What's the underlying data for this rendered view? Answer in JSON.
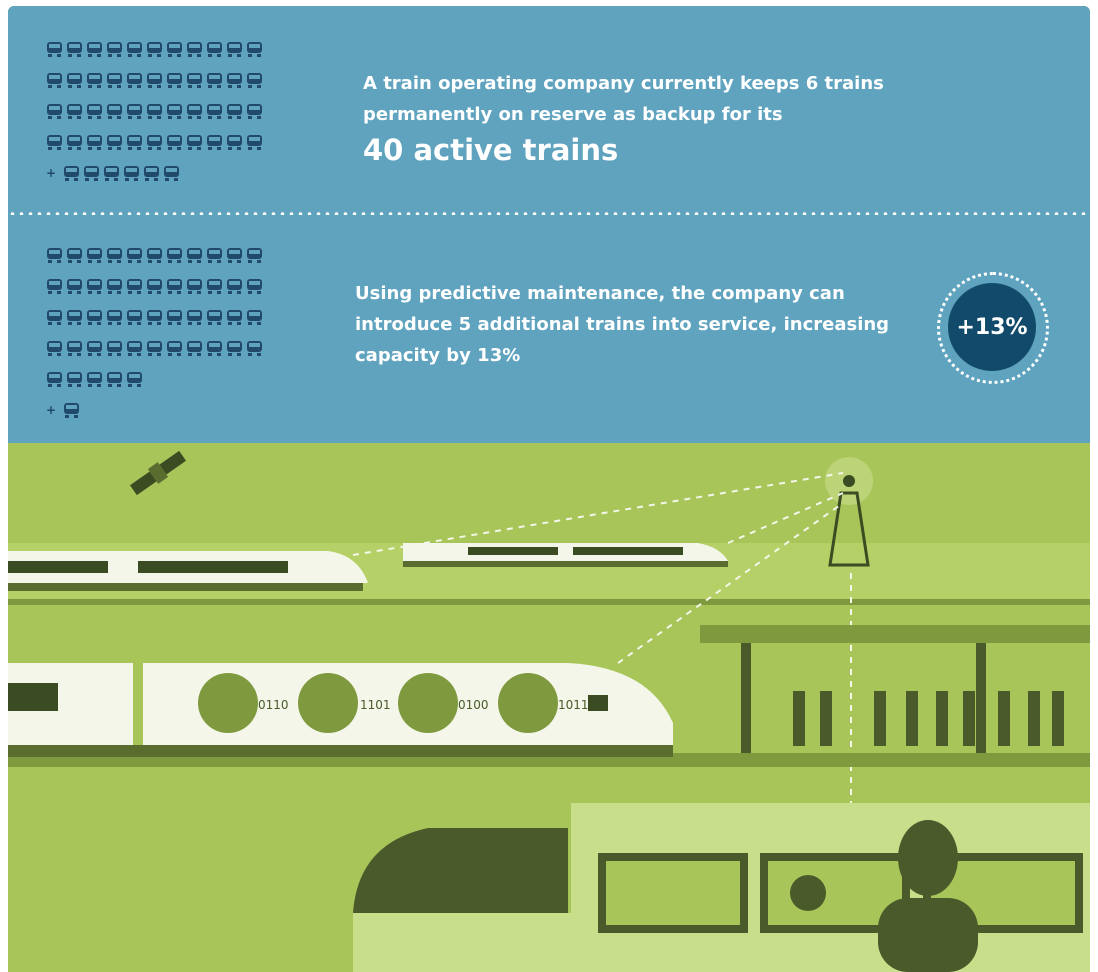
{
  "section1": {
    "text": "A train operating company currently keeps 6 trains permanently on reserve as backup for its",
    "highlight": "40 active trains",
    "icon_rows": [
      11,
      11,
      11,
      11
    ],
    "reserve_count": 6,
    "plus_sign": "+"
  },
  "section2": {
    "text": "Using predictive maintenance, the company can introduce 5 additional trains into service, increasing capacity by 13%",
    "badge": "+13%",
    "icon_rows": [
      11,
      11,
      11,
      11,
      5
    ],
    "reserve_count": 1,
    "plus_sign": "+"
  },
  "binary_codes": [
    "0110",
    "1101",
    "0100",
    "1011"
  ],
  "colors": {
    "band": "#5fa3bf",
    "icon": "#20496a",
    "badge": "#114a6b",
    "scene_bg": "#a8c55a",
    "scene_dark": "#4a5a2a"
  }
}
